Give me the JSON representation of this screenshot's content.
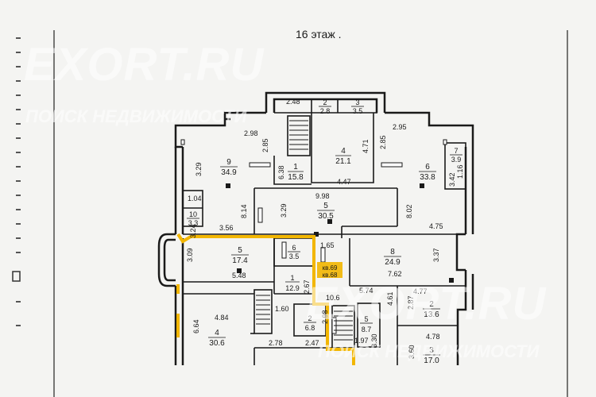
{
  "floor_label": "16 этаж .",
  "watermark": {
    "brand": "EXORT.RU",
    "tagline": "ПОИСК НЕДВИЖИМОСТИ",
    "brand_b": "EXORT.RU",
    "tagline_b": "ПОИСК НЕДВИЖИМОСТИ"
  },
  "dims": {
    "d_2_48": "2.48",
    "d_2_98": "2.98",
    "d_2_85a": "2.85",
    "d_2_85b": "2.85",
    "d_2_95": "2.95",
    "d_3_29a": "3.29",
    "d_6_38": "6.38",
    "d_4_71": "4.71",
    "d_4_47": "4.47",
    "d_1_16": "1.16",
    "d_3_42": "3.42",
    "d_1_04": "1.04",
    "d_9_98": "9.98",
    "d_8_14": "8.14",
    "d_3_29b": "3.29",
    "d_8_02": "8.02",
    "d_3_56": "3.56",
    "d_4_75": "4.75",
    "d_3_24": "3.24",
    "d_1_65": "1.65",
    "d_3_09": "3.09",
    "d_3_37": "3.37",
    "d_5_48": "5.48",
    "d_7_62": "7.62",
    "d_2_67": "2.67",
    "d_5_74": "5.74",
    "d_4_77": "4.77",
    "d_10_6": "10.6",
    "d_4_61": "4.61",
    "d_2_87": "2.87",
    "d_1_60": "1.60",
    "d_2_98b": "2.98",
    "d_4_84": "4.84",
    "d_6_64": "6.64",
    "d_1_97": "1.97",
    "d_3_30": "3.30",
    "d_4_78": "4.78",
    "d_2_78": "2.78",
    "d_2_47": "2.47",
    "d_3_60": "3.60"
  },
  "rooms": {
    "r_2_top": {
      "num": "2",
      "area": "2.8"
    },
    "r_3_top": {
      "num": "3",
      "area": "3.5"
    },
    "r_4_top": {
      "num": "4",
      "area": "21.1"
    },
    "r_9": {
      "num": "9",
      "area": "34.9"
    },
    "r_1_top": {
      "num": "1",
      "area": "15.8"
    },
    "r_6_right": {
      "num": "6",
      "area": "33.8"
    },
    "r_7": {
      "num": "7",
      "area": "3.9"
    },
    "r_10": {
      "num": "10",
      "area": "3.3"
    },
    "r_5_mid": {
      "num": "5",
      "area": "30.5"
    },
    "r_5_left": {
      "num": "5",
      "area": "17.4"
    },
    "r_6_small": {
      "num": "6",
      "area": "3.5"
    },
    "r_8": {
      "num": "8",
      "area": "24.9"
    },
    "r_1_mid": {
      "num": "1",
      "area": "12.9"
    },
    "r_2_right": {
      "num": "2",
      "area": "13.6"
    },
    "r_4_bottom": {
      "num": "4",
      "area": "30.6"
    },
    "r_2_bottom": {
      "num": "2",
      "area": "6.8"
    },
    "r_5_bottom": {
      "num": "5",
      "area": "8.7"
    },
    "r_3_bottom": {
      "num": "3",
      "area": "17.0"
    }
  },
  "apartments": {
    "kv69": "кв.69",
    "kv68": "кв.68"
  },
  "colors": {
    "line": "#1a1a1a",
    "highlight": "#f2b600",
    "paper": "#f4f4f2"
  }
}
